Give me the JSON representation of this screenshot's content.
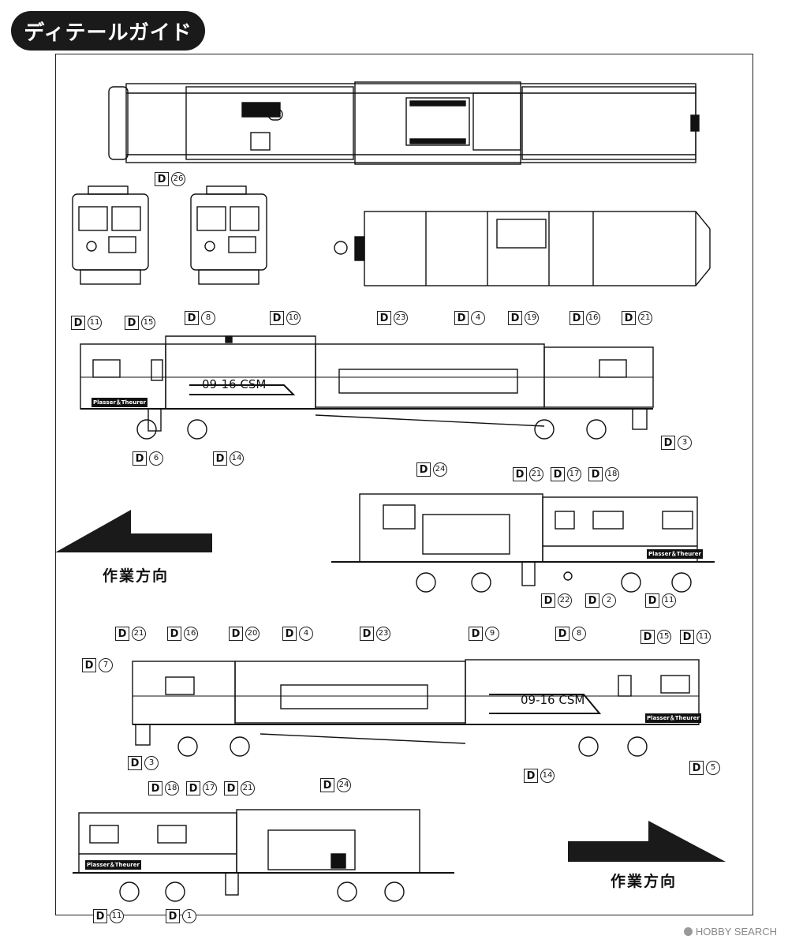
{
  "page": {
    "title": "ディテールガイド"
  },
  "direction_text": [
    "作業方向",
    "作業方向"
  ],
  "car_markings": {
    "number": "09-16 CSM",
    "maker": "Plasser＆Theurer"
  },
  "detail_prefix": "D",
  "labels": [
    "26",
    "11",
    "15",
    "8",
    "10",
    "23",
    "4",
    "19",
    "16",
    "21",
    "3",
    "6",
    "14",
    "24",
    "21",
    "17",
    "18",
    "22",
    "2",
    "11",
    "21",
    "16",
    "20",
    "4",
    "23",
    "9",
    "8",
    "15",
    "11",
    "7",
    "3",
    "24",
    "14",
    "5",
    "18",
    "17",
    "21",
    "11",
    "1"
  ],
  "watermark": {
    "text": "HOBBY SEARCH"
  },
  "colors": {
    "ink": "#111111",
    "badge_bg": "#1a1a1a",
    "paper": "#ffffff"
  }
}
